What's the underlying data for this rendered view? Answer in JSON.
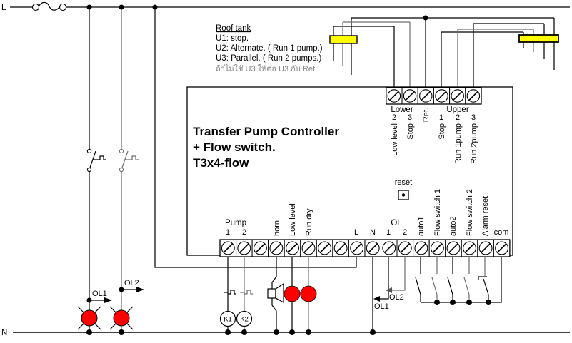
{
  "power": {
    "line": "L",
    "neutral": "N"
  },
  "roof_tank_note": {
    "title": "Roof tank",
    "line1": "U1: stop.",
    "line2": "U2: Alternate. ( Run 1 pump.)",
    "line3": "U3: Parallel. ( Run 2 pumps.)",
    "thai": "ถ้าไม่ใช้ U3 ให้ต่อ U3 กับ Ref."
  },
  "controller": {
    "title1": "Transfer Pump Controller",
    "title2": "+ Flow switch.",
    "title3": "T3x4-flow",
    "reset": "reset"
  },
  "top_terminals": {
    "group_lower": "Lower",
    "group_ref": "Ref.",
    "group_upper": "Upper",
    "num_lower_2": "2",
    "num_lower_3": "3",
    "num_upper_1": "1",
    "num_upper_2": "2",
    "num_upper_3": "3",
    "fn_low_level": "Low level",
    "fn_lower_stop": "Stop",
    "fn_upper_stop": "Stop",
    "fn_run1": "Run 1pump",
    "fn_run2": "Run 2pump"
  },
  "bottom_terminals": {
    "pump_group": "Pump",
    "pump_1": "1",
    "pump_2": "2",
    "horn": "horn",
    "low_level": "Low level",
    "run_dry": "Run dry",
    "l": "L",
    "n": "N",
    "ol_group": "OL",
    "ol_1": "1",
    "ol_2": "2",
    "auto1": "auto1",
    "flow_switch_1": "Flow switch 1",
    "auto2": "auto2",
    "flow_switch_2": "Flow switch 2",
    "alarm_reset": "Alarm reset",
    "com": "com"
  },
  "cross_refs": {
    "ol1_left": "OL1",
    "ol2_left": "OL2",
    "ol1_right": "OL1",
    "ol2_right": "OL2"
  },
  "devices": {
    "k1": "K1",
    "k2": "K2"
  },
  "colors": {
    "sensor_yellow": "#ffff00",
    "lamp_red": "#ff0000",
    "wire_gray": "#6e6e6e",
    "note_gray": "#808080"
  }
}
